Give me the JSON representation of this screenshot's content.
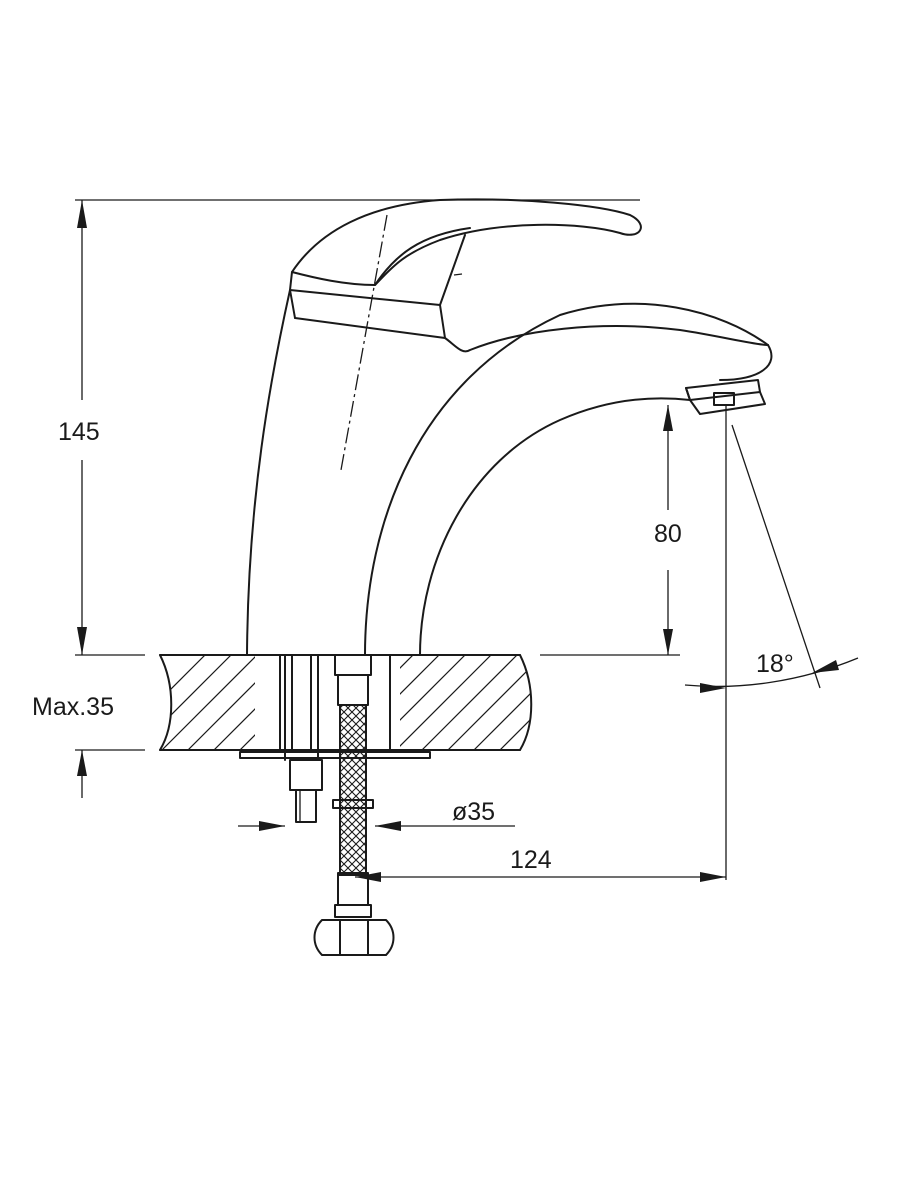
{
  "dimensions": {
    "total_height": "145",
    "spout_height": "80",
    "max_countertop": "Max.35",
    "hole_diameter": "ø35",
    "spout_reach": "124",
    "spout_angle": "18°"
  },
  "colors": {
    "line": "#1a1a1a",
    "background": "#ffffff"
  }
}
